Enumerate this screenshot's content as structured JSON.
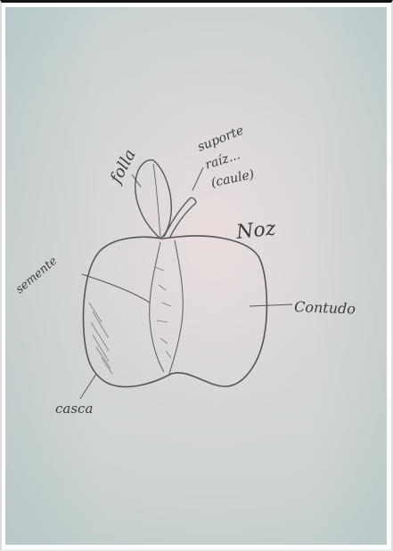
{
  "labels": {
    "leaf": "folla",
    "stem_line1": "suporte",
    "stem_line2": "raíz...",
    "stem_line3": "(caule)",
    "title": "Noz",
    "seed": "semente",
    "flesh": "Contudo",
    "peel": "casca"
  },
  "colors": {
    "paper": "#d4d9d8",
    "pencil": "#4a4a4a"
  }
}
